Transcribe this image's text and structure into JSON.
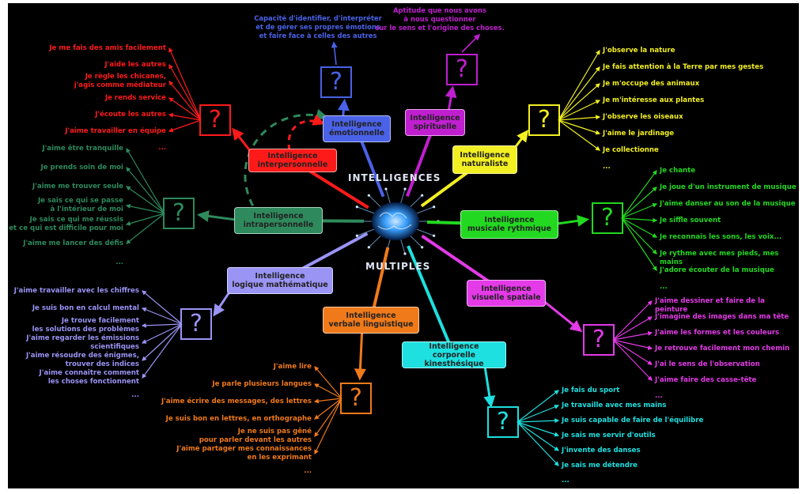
{
  "center": {
    "top": "INTELLIGENCES",
    "bottom": "MULTIPLES"
  },
  "question_mark": "?",
  "ellipsis": "...",
  "colors": {
    "background": "#000000",
    "brain": "#3aa0ff"
  },
  "intelligences": [
    {
      "id": "emotionnelle",
      "title": "Intelligence\némotionnelle",
      "color": "#4a62e8",
      "description": "Capacité d'identifier, d'interpréter\net de gérer ses propres émotions\net faire face à celles des autres",
      "items": []
    },
    {
      "id": "spirituelle",
      "title": "Intelligence\nspirituelle",
      "color": "#c01fd0",
      "description": "Aptitude que nous avons\nà nous questionner\nsur le sens et l'origine des choses.",
      "items": []
    },
    {
      "id": "interpersonnelle",
      "title": "Intelligence\ninterpersonnelle",
      "color": "#ff1a1a",
      "items": [
        "Je me fais des amis facilement",
        "J'aide les autres",
        "Je règle les chicanes,\nj'agis comme médiateur",
        "Je rends service",
        "J'écoute les autres",
        "J'aime travailler en équipe",
        "..."
      ]
    },
    {
      "id": "naturaliste",
      "title": "Intelligence\nnaturaliste",
      "color": "#f2ef22",
      "items": [
        "J'observe la nature",
        "Je fais attention à la Terre par mes gestes",
        "Je m'occupe des animaux",
        "Je m'intéresse aux plantes",
        "J'observe les oiseaux",
        "J'aime le jardinage",
        "Je collectionne",
        "..."
      ]
    },
    {
      "id": "intrapersonnelle",
      "title": "Intelligence\nintrapersonnelle",
      "color": "#2e8a5c",
      "items": [
        "J'aime être tranquille",
        "Je prends soin de moi",
        "J'aime me trouver seule",
        "Je sais ce qui se passe\nà l'intérieur de moi",
        "Je sais ce qui me réussis\net ce qui est difficile pour moi",
        "J'aime me lancer des défis",
        "..."
      ]
    },
    {
      "id": "musicale",
      "title": "Intelligence\nmusicale rythmique",
      "color": "#22d820",
      "items": [
        "Je chante",
        "Je joue d'un instrument de musique",
        "J'aime danser au son de la musique",
        "Je siffle souvent",
        "Je reconnais les sons, les voix...",
        "Je rythme avec mes pieds, mes mains",
        "J'adore écouter de la musique",
        "..."
      ]
    },
    {
      "id": "logique",
      "title": "Intelligence\nlogique mathématique",
      "color": "#9a94f5",
      "items": [
        "J'aime travailler avec les chiffres",
        "Je suis bon en calcul mental",
        "Je trouve facilement\nles solutions des problèmes",
        "J'aime regarder les émissions\nscientifiques",
        "J'aime résoudre des énigmes,\ntrouver des indices",
        "J'aime connaître comment\nles choses fonctionnent",
        "..."
      ]
    },
    {
      "id": "visuelle",
      "title": "Intelligence\nvisuelle spatiale",
      "color": "#e43ae8",
      "items": [
        "J'aime dessiner et faire de la peinture",
        "J'imagine des images dans ma tête",
        "J'aime les formes et les couleurs",
        "Je retrouve facilement mon chemin",
        "J'ai le sens de l'observation",
        "J'aime faire des casse-tête",
        "..."
      ]
    },
    {
      "id": "verbale",
      "title": "Intelligence\nverbale linguistique",
      "color": "#f07a1a",
      "items": [
        "J'aime lire",
        "Je parle plusieurs langues",
        "J'aime écrire des messages, des lettres",
        "Je suis bon en lettres, en orthographe",
        "Je ne suis pas gêné\npour parler devant les autres",
        "J'aime partager mes connaissances\nen les exprimant",
        "..."
      ]
    },
    {
      "id": "corporelle",
      "title": "Intelligence\ncorporelle kinesthésique",
      "color": "#1ee0e0",
      "items": [
        "Je fais du sport",
        "Je travaille avec mes mains",
        "Je suis capable de faire de l'équilibre",
        "Je sais me servir d'outils",
        "J'invente des danses",
        "Je sais me détendre",
        "..."
      ]
    }
  ]
}
